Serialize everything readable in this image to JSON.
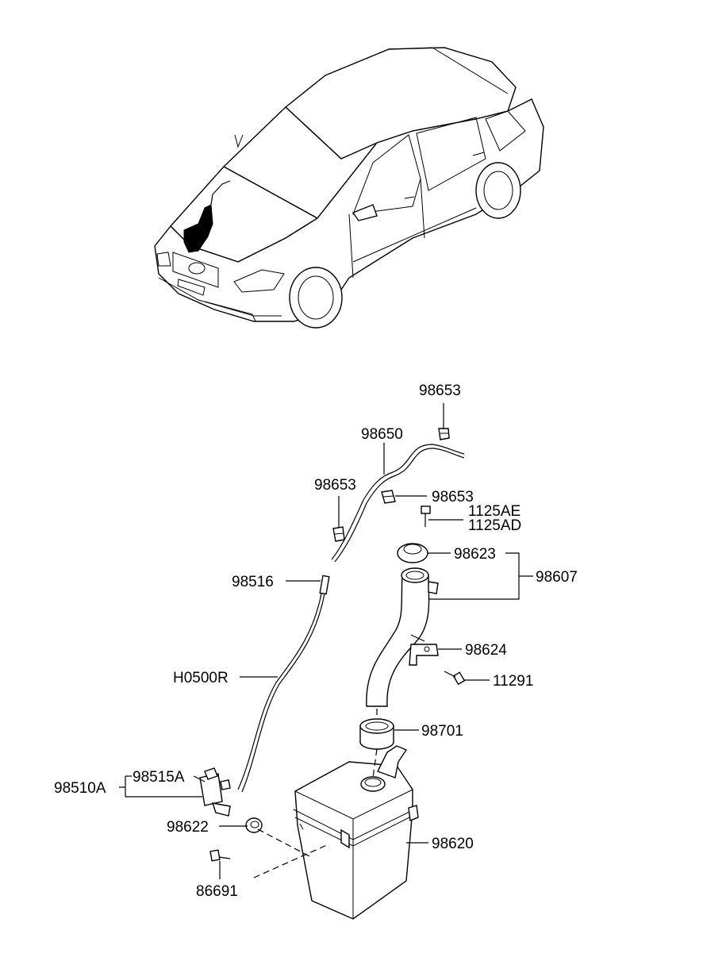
{
  "labels": {
    "p98653_top": "98653",
    "p98650": "98650",
    "p98653_left": "98653",
    "p98653_mid": "98653",
    "p1125AE": "1125AE",
    "p1125AD": "1125AD",
    "p98623": "98623",
    "p98607": "98607",
    "p98516": "98516",
    "p98624": "98624",
    "pH0500R": "H0500R",
    "p11291": "11291",
    "p98701": "98701",
    "p98510A": "98510A",
    "p98515A": "98515A",
    "p98622": "98622",
    "p98620": "98620",
    "p86691": "86691"
  },
  "colors": {
    "line": "#000000",
    "background": "#ffffff",
    "highlight": "#000000"
  }
}
